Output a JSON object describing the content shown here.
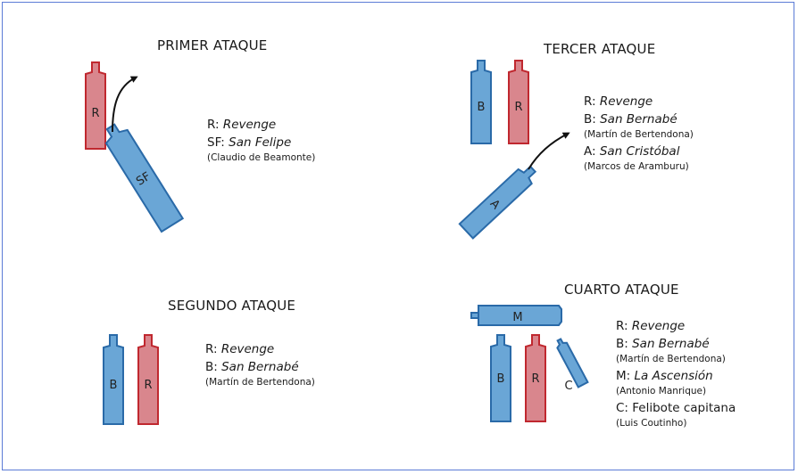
{
  "colors": {
    "english_ship": "#d9868d",
    "english_ship_stroke": "#c0282f",
    "spanish_ship": "#6aa6d6",
    "spanish_ship_stroke": "#2a6aa8",
    "frame_border": "#5b7bd6",
    "arrow": "#111111"
  },
  "panels": {
    "primer": {
      "title": "PRIMER ATAQUE",
      "ships": [
        {
          "label": "R",
          "side": "english"
        },
        {
          "label": "SF",
          "side": "spanish"
        }
      ],
      "legend": [
        {
          "key": "R:",
          "name": "Revenge",
          "captain": ""
        },
        {
          "key": "SF:",
          "name": "San Felipe",
          "captain": "(Claudio de Beamonte)"
        }
      ]
    },
    "segundo": {
      "title": "SEGUNDO ATAQUE",
      "ships": [
        {
          "label": "B",
          "side": "spanish"
        },
        {
          "label": "R",
          "side": "english"
        }
      ],
      "legend": [
        {
          "key": "R:",
          "name": "Revenge",
          "captain": ""
        },
        {
          "key": "B:",
          "name": "San Bernabé",
          "captain": "(Martín de Bertendona)"
        }
      ]
    },
    "tercer": {
      "title": "TERCER ATAQUE",
      "ships": [
        {
          "label": "B",
          "side": "spanish"
        },
        {
          "label": "R",
          "side": "english"
        },
        {
          "label": "A",
          "side": "spanish"
        }
      ],
      "legend": [
        {
          "key": "R:",
          "name": "Revenge",
          "captain": ""
        },
        {
          "key": "B:",
          "name": "San Bernabé",
          "captain": "(Martín de Bertendona)"
        },
        {
          "key": "A:",
          "name": "San Cristóbal",
          "captain": "(Marcos de Aramburu)"
        }
      ]
    },
    "cuarto": {
      "title": "CUARTO ATAQUE",
      "ships": [
        {
          "label": "M",
          "side": "spanish"
        },
        {
          "label": "B",
          "side": "spanish"
        },
        {
          "label": "R",
          "side": "english"
        },
        {
          "label": "C",
          "side": "spanish"
        }
      ],
      "legend": [
        {
          "key": "R:",
          "name": "Revenge",
          "captain": ""
        },
        {
          "key": "B:",
          "name": "San Bernabé",
          "captain": "(Martín de Bertendona)"
        },
        {
          "key": "M:",
          "name": "La Ascensión",
          "captain": "(Antonio Manrique)"
        },
        {
          "key": "C:",
          "name": "Felibote capitana",
          "captain": "(Luis Coutinho)"
        }
      ]
    }
  }
}
